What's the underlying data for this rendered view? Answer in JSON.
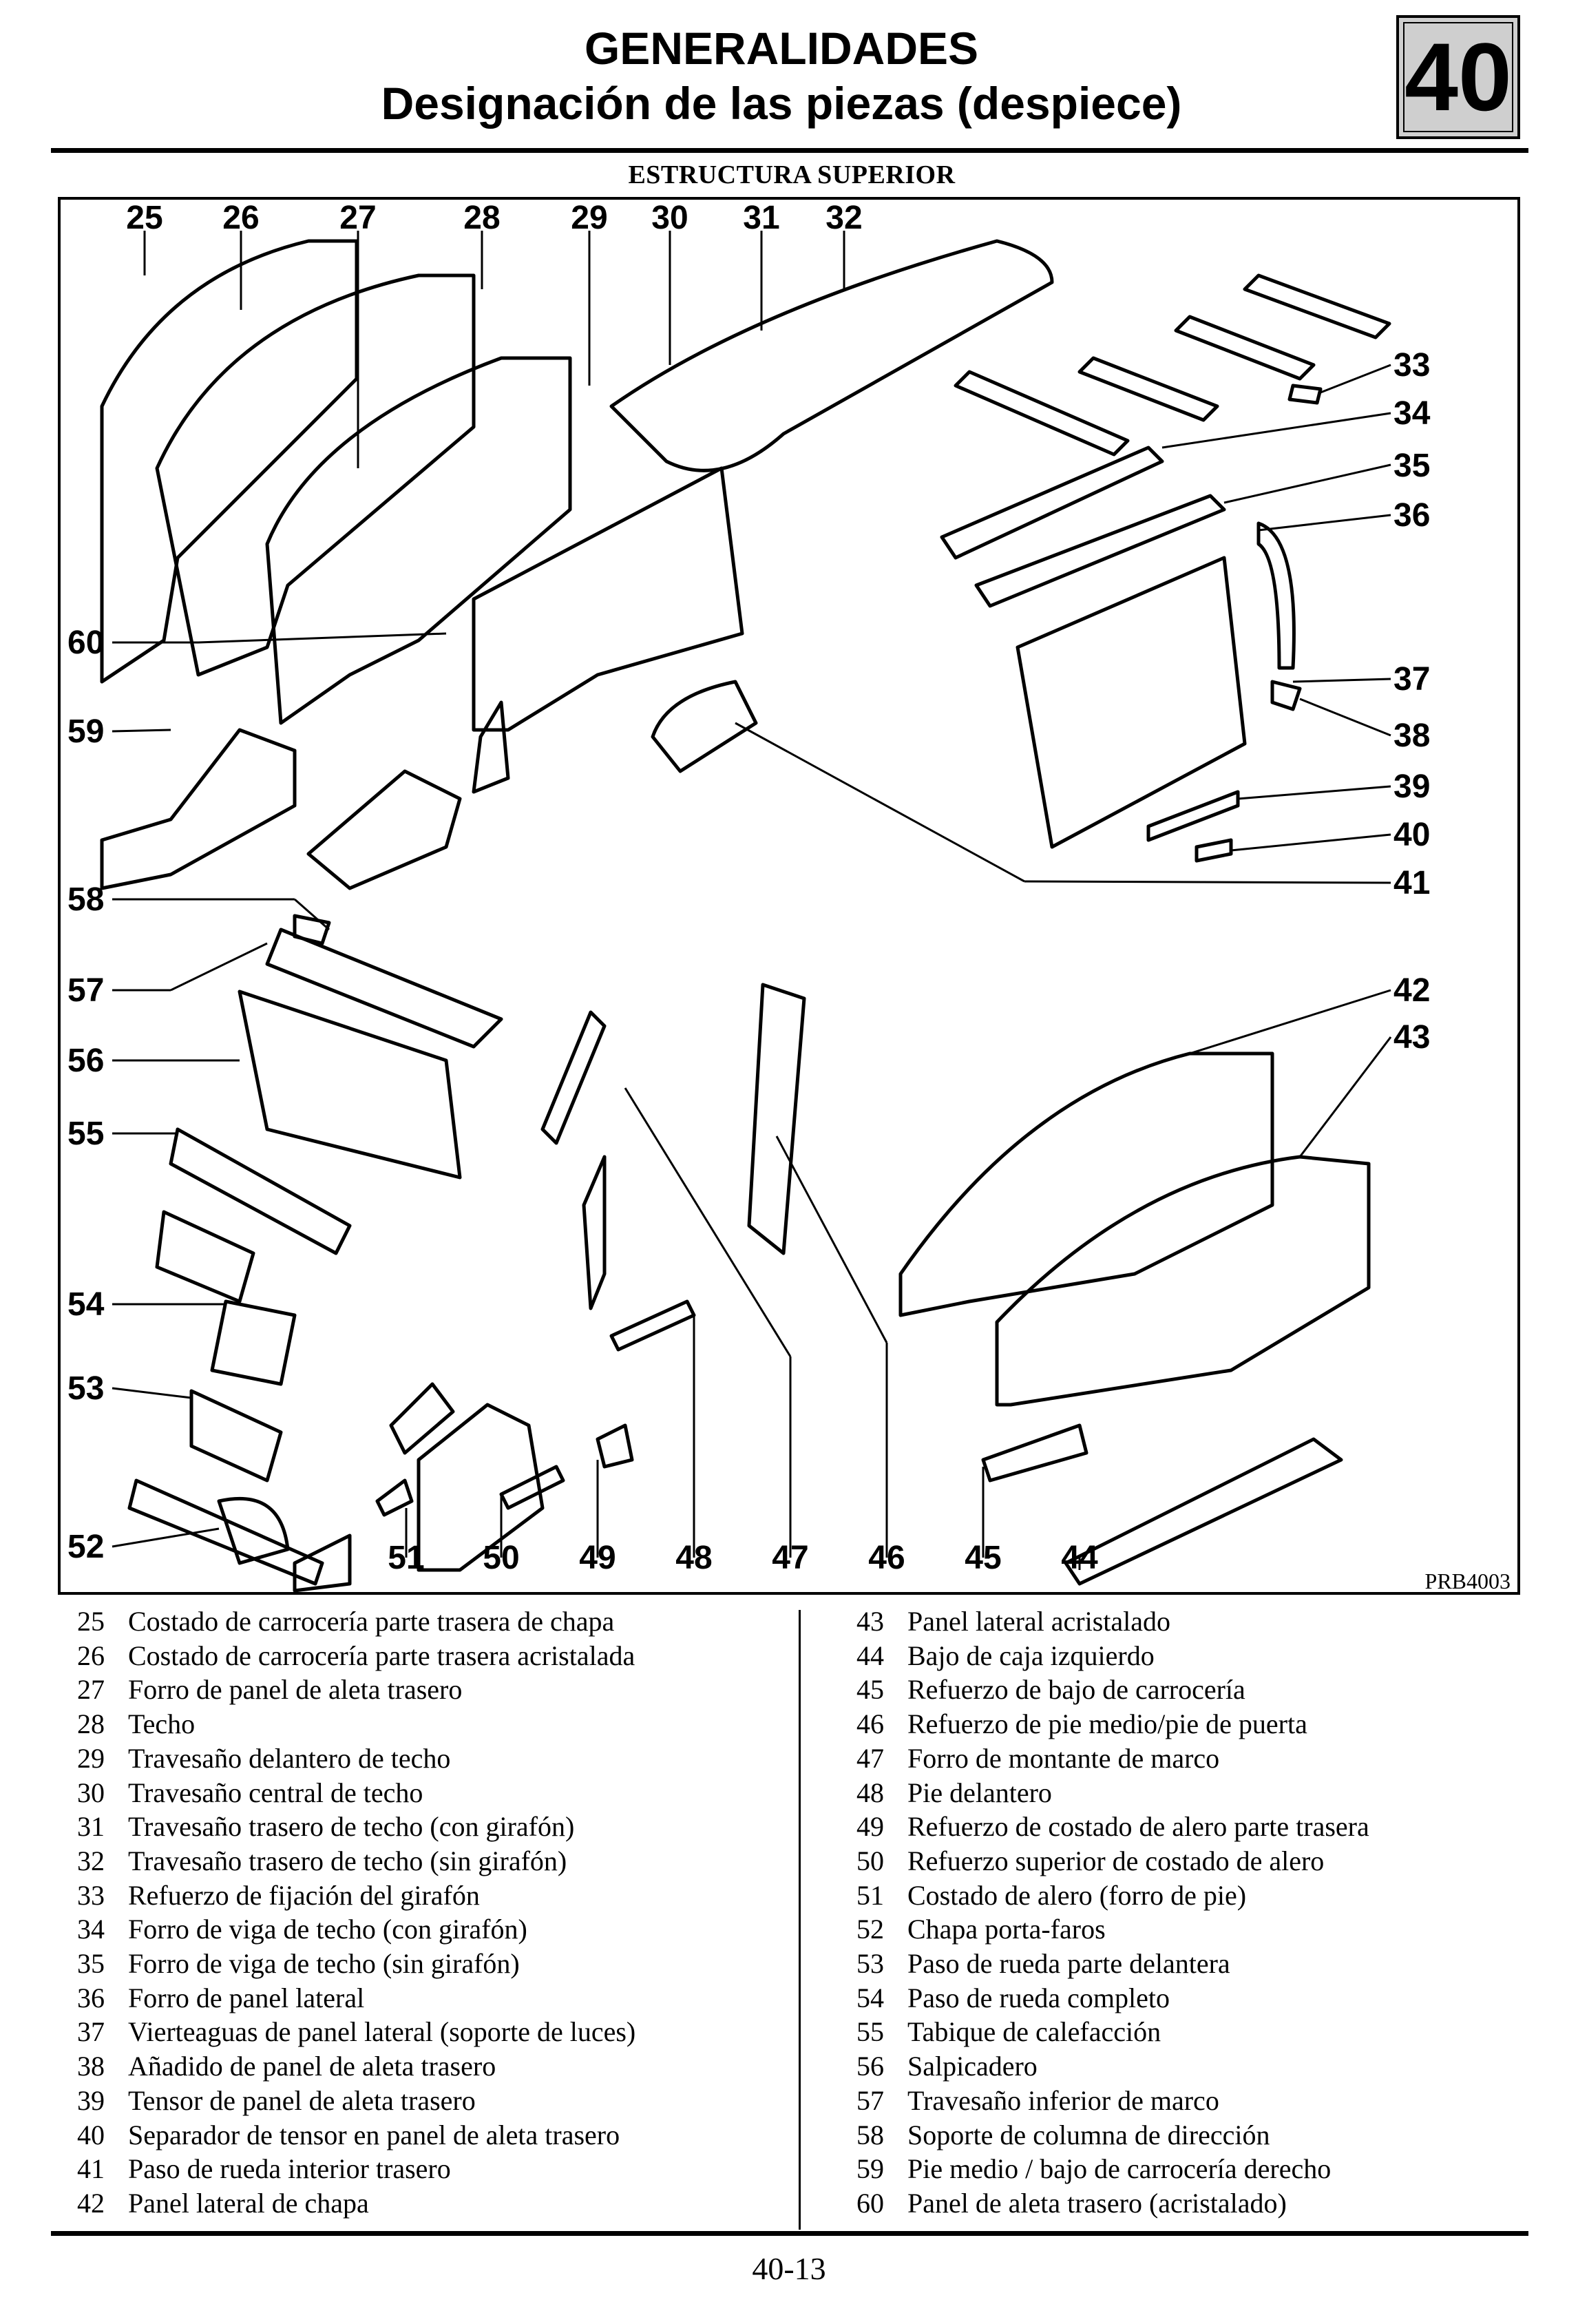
{
  "header": {
    "title": "GENERALIDADES",
    "subtitle": "Designación de las piezas (despiece)",
    "chapter": "40"
  },
  "figure": {
    "caption": "ESTRUCTURA SUPERIOR",
    "reference": "PRB4003",
    "callouts": [
      "25",
      "26",
      "27",
      "28",
      "29",
      "30",
      "31",
      "32",
      "33",
      "34",
      "35",
      "36",
      "37",
      "38",
      "39",
      "40",
      "41",
      "42",
      "43",
      "44",
      "45",
      "46",
      "47",
      "48",
      "49",
      "50",
      "51",
      "52",
      "53",
      "54",
      "55",
      "56",
      "57",
      "58",
      "59",
      "60"
    ]
  },
  "legend_left": [
    {
      "n": "25",
      "t": "Costado de carrocería parte trasera de chapa"
    },
    {
      "n": "26",
      "t": "Costado de carrocería parte trasera acristalada"
    },
    {
      "n": "27",
      "t": "Forro de panel de aleta trasero"
    },
    {
      "n": "28",
      "t": "Techo"
    },
    {
      "n": "29",
      "t": "Travesaño delantero de techo"
    },
    {
      "n": "30",
      "t": "Travesaño central de techo"
    },
    {
      "n": "31",
      "t": "Travesaño trasero de techo (con girafón)"
    },
    {
      "n": "32",
      "t": "Travesaño trasero de techo (sin girafón)"
    },
    {
      "n": "33",
      "t": "Refuerzo de fijación del girafón"
    },
    {
      "n": "34",
      "t": "Forro de viga de techo (con girafón)"
    },
    {
      "n": "35",
      "t": "Forro de viga de techo (sin girafón)"
    },
    {
      "n": "36",
      "t": "Forro de panel lateral"
    },
    {
      "n": "37",
      "t": "Vierteaguas de panel lateral (soporte de luces)"
    },
    {
      "n": "38",
      "t": "Añadido de panel de aleta trasero"
    },
    {
      "n": "39",
      "t": "Tensor de panel de aleta trasero"
    },
    {
      "n": "40",
      "t": "Separador de tensor en panel de aleta trasero"
    },
    {
      "n": "41",
      "t": "Paso de rueda interior trasero"
    },
    {
      "n": "42",
      "t": "Panel lateral de chapa"
    }
  ],
  "legend_right": [
    {
      "n": "43",
      "t": "Panel lateral acristalado"
    },
    {
      "n": "44",
      "t": "Bajo de caja izquierdo"
    },
    {
      "n": "45",
      "t": "Refuerzo de bajo de carrocería"
    },
    {
      "n": "46",
      "t": "Refuerzo de pie medio/pie de puerta"
    },
    {
      "n": "47",
      "t": "Forro de montante de marco"
    },
    {
      "n": "48",
      "t": "Pie delantero"
    },
    {
      "n": "49",
      "t": "Refuerzo de costado de alero parte trasera"
    },
    {
      "n": "50",
      "t": "Refuerzo superior de costado de alero"
    },
    {
      "n": "51",
      "t": "Costado de alero (forro de pie)"
    },
    {
      "n": "52",
      "t": "Chapa porta-faros"
    },
    {
      "n": "53",
      "t": "Paso de rueda parte delantera"
    },
    {
      "n": "54",
      "t": "Paso de rueda completo"
    },
    {
      "n": "55",
      "t": "Tabique de calefacción"
    },
    {
      "n": "56",
      "t": "Salpicadero"
    },
    {
      "n": "57",
      "t": "Travesaño inferior de marco"
    },
    {
      "n": "58",
      "t": "Soporte de columna de dirección"
    },
    {
      "n": "59",
      "t": "Pie medio / bajo de carrocería derecho"
    },
    {
      "n": "60",
      "t": "Panel de aleta trasero (acristalado)"
    }
  ],
  "footer": {
    "page_number": "40-13"
  }
}
